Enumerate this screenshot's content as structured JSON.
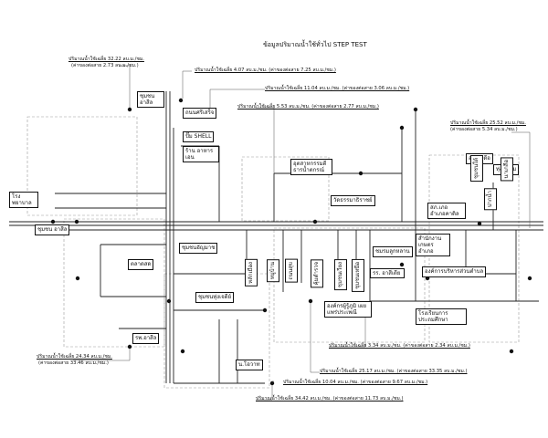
{
  "title": "ข้อมูลปริมาณน้ำใช้ทั่วไป STEP TEST",
  "notes": [
    {
      "id": "n1",
      "line1": "ปริมาณน้ำใช้เฉลี่ย 32.22 ลบ.ม./ชม.",
      "line2": "(ค่าของต่อสาย 2.73 ลบ.ม./ชม.)"
    },
    {
      "id": "n2",
      "line1": "ปริมาณน้ำใช้เฉลี่ย 4.07 ลบ.ม./ชม. (ค่าของต่อสาย 7.25 ลบ.ม./ชม.)",
      "line2": ""
    },
    {
      "id": "n3",
      "line1": "ปริมาณน้ำใช้เฉลี่ย 11.04 ลบ.ม./ชม. (ค่าของต่อสาย 3.06 ลบ.ม./ชม.)",
      "line2": ""
    },
    {
      "id": "n4",
      "line1": "ปริมาณน้ำใช้เฉลี่ย 5.53 ลบ.ม./ชม. (ค่าของต่อสาย 2.77 ลบ.ม./ชม.)",
      "line2": ""
    },
    {
      "id": "n5",
      "line1": "ปริมาณน้ำใช้เฉลี่ย 25.52 ลบ.ม./ชม.",
      "line2": "(ค่าของต่อสาย 5.34 ลบ.ม./ชม.)"
    },
    {
      "id": "n6",
      "line1": "ปริมาณน้ำใช้เฉลี่ย 24.34 ลบ.ม./ชม.",
      "line2": "(ค่าของต่อสาย 33.46 ลบ.ม./ชม.)"
    },
    {
      "id": "n7",
      "line1": "ปริมาณน้ำใช้เฉลี่ย 3.34 ลบ.ม./ชม. (ค่าของต่อสาย 2.34 ลบ.ม./ชม.)",
      "line2": ""
    },
    {
      "id": "n8",
      "line1": "ปริมาณน้ำใช้เฉลี่ย 25.17 ลบ.ม./ชม. (ค่าของต่อสาย 33.35 ลบ.ม./ชม.)",
      "line2": ""
    },
    {
      "id": "n9",
      "line1": "ปริมาณน้ำใช้เฉลี่ย 10.04 ลบ.ม./ชม. (ค่าของต่อสาย 9.67 ลบ.ม./ชม.)",
      "line2": ""
    },
    {
      "id": "n10",
      "line1": "ปริมาณน้ำใช้เฉลี่ย 34.42 ลบ.ม./ชม. (ค่าของต่อสาย 11.73 ลบ.ม./ชม.)",
      "line2": ""
    }
  ],
  "places": {
    "p1": "ชุมชน อาสีล",
    "p2": "ถนนศรีเสร็จ",
    "p3": "ปั๊ม SHELL",
    "p4": "ร้าน อาหารเอน",
    "p5": "อุตสาหกรรมดี ธารน้ำตกรณ์",
    "p6": "วัดธรรมาธิราชย์",
    "p7": "สภ.เภอ อำเภอคาติล",
    "p8": "โรงพยาบาล",
    "p9": "ชุมชน อาสีล",
    "p10": "ตลาดสด",
    "p11": "ชุมชนทุ่งเจดีย์",
    "p12": "รพ.อาสีล",
    "p13": "น.โอวาท",
    "p14": "ชุมชนอัญมาช",
    "p15": "รร. อาสีเดีย",
    "p16": "องค์การบริหารส่วนตำบล",
    "p17": "สำนักงานเกษตร อำเภอ",
    "p18": "ชมรมลูกหลาน",
    "p19": "ทุ่งแหลม",
    "p20": "องค์กรผู้รู้ภูมิ เผยแพร่ประเพณี",
    "p21": "โรงเรียนการ ประถมศึกษา",
    "p22": "อ.ร.บ.ดีอ"
  },
  "vplaces": {
    "v1": "หลักเมือง",
    "v2": "หมู่บ้าน",
    "v3": "ถนนสุข",
    "v4": "คุ้มตำรวจ",
    "v5": "ชุมชนเวียง",
    "v6": "ชุมชนเหนือ",
    "v7": "ชุมชนใต้",
    "v8": "นาเกลือ",
    "v9": "ปากน้ำ"
  }
}
